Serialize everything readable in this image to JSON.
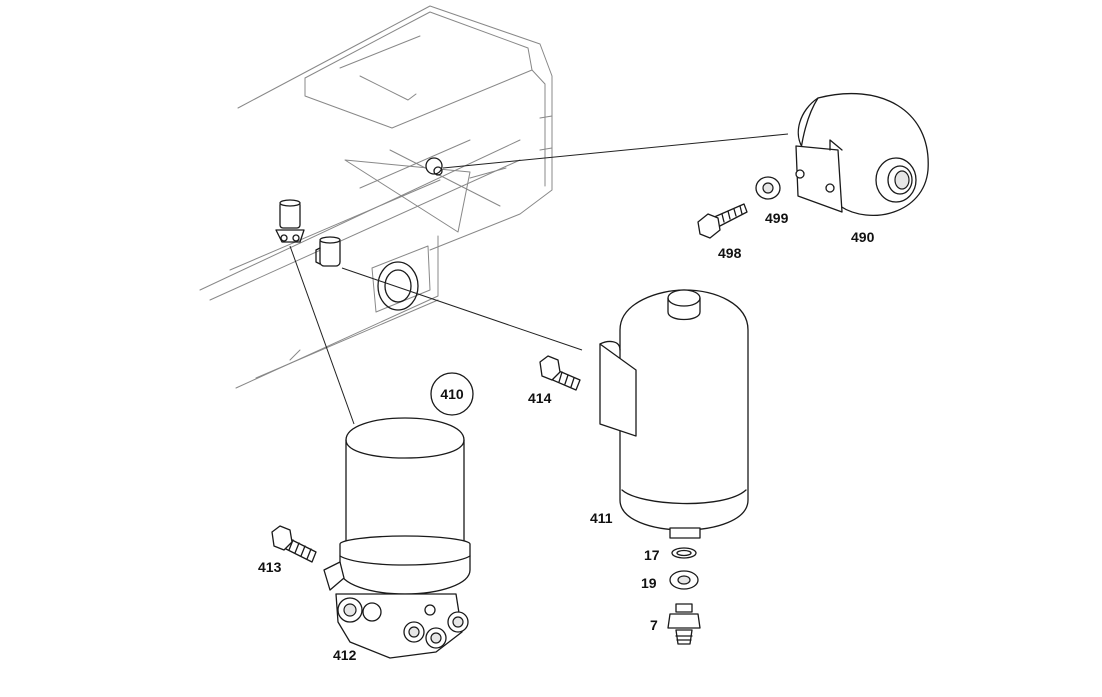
{
  "labels": {
    "p410": "410",
    "p411": "411",
    "p412": "412",
    "p413": "413",
    "p414": "414",
    "p490": "490",
    "p498": "498",
    "p499": "499",
    "p17": "17",
    "p19": "19",
    "p7": "7"
  }
}
